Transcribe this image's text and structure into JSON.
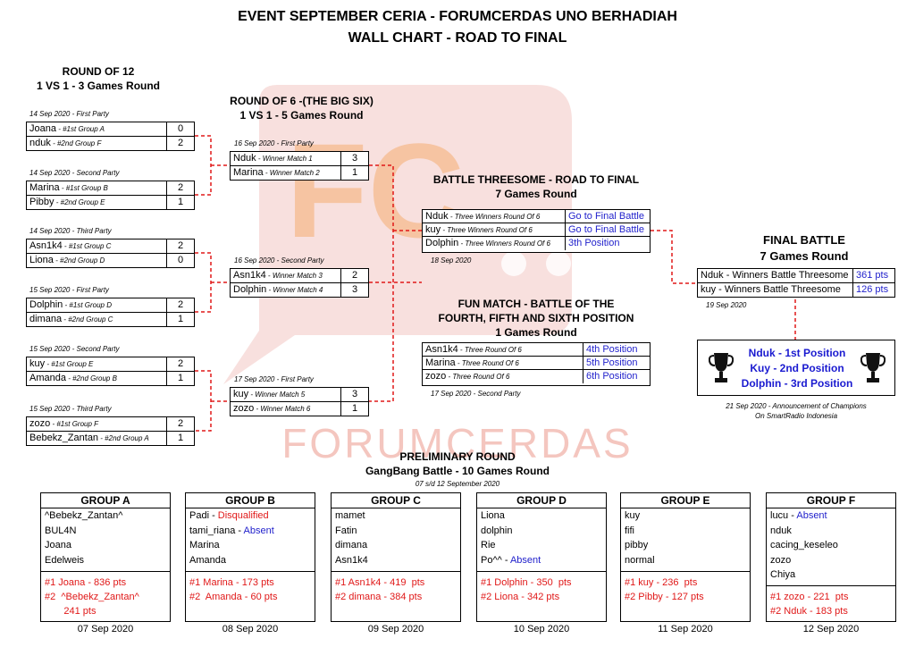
{
  "title1": "EVENT SEPTEMBER CERIA - FORUMCERDAS UNO BERHADIAH",
  "title2": "WALL CHART - ROAD TO FINAL",
  "watermark": {
    "logo": "FC",
    "text": "FORUMCERDAS"
  },
  "r12": {
    "heading1": "ROUND OF 12",
    "heading2": "1 VS 1 - 3 Games Round",
    "matches": [
      {
        "date": "14 Sep 2020 - First Party",
        "p": [
          {
            "n": "Joana",
            "t": " - #1st Group A",
            "s": "0"
          },
          {
            "n": "nduk",
            "t": " - #2nd Group F",
            "s": "2"
          }
        ]
      },
      {
        "date": "14 Sep 2020 -  Second Party",
        "p": [
          {
            "n": "Marina",
            "t": " - #1st Group B",
            "s": "2"
          },
          {
            "n": "Pibby",
            "t": " - #2nd Group E",
            "s": "1"
          }
        ]
      },
      {
        "date": "14 Sep 2020 - Third Party",
        "p": [
          {
            "n": "Asn1k4",
            "t": " - #1st Group C",
            "s": "2"
          },
          {
            "n": "Liona",
            "t": "  - #2nd Group D",
            "s": "0"
          }
        ]
      },
      {
        "date": "15 Sep 2020 - First Party",
        "p": [
          {
            "n": "Dolphin",
            "t": " - #1st Group D",
            "s": "2"
          },
          {
            "n": "dimana",
            "t": " - #2nd Group C",
            "s": "1"
          }
        ]
      },
      {
        "date": "15 Sep 2020 - Second Party",
        "p": [
          {
            "n": "kuy",
            "t": " - #1st Group E",
            "s": "2"
          },
          {
            "n": "Amanda",
            "t": " - #2nd Group B",
            "s": "1"
          }
        ]
      },
      {
        "date": "15 Sep 2020 - Third Party",
        "p": [
          {
            "n": "zozo",
            "t": " - #1st Group F",
            "s": "2"
          },
          {
            "n": "Bebekz_Zantan",
            "t": " - #2nd Group A",
            "s": "1"
          }
        ]
      }
    ]
  },
  "r6": {
    "heading1": "ROUND OF 6 -(THE BIG SIX)",
    "heading2": "1 VS 1 - 5 Games Round",
    "matches": [
      {
        "date": "16 Sep 2020 - First Party",
        "p": [
          {
            "n": "Nduk",
            "t": " - Winner Match 1",
            "s": "3"
          },
          {
            "n": "Marina",
            "t": " - Winner Match 2",
            "s": "1"
          }
        ]
      },
      {
        "date": "16 Sep 2020 - Second Party",
        "p": [
          {
            "n": "Asn1k4",
            "t": " - Winner Match 3",
            "s": "2"
          },
          {
            "n": "Dolphin",
            "t": " - Winner Match 4",
            "s": "3"
          }
        ]
      },
      {
        "date": "17 Sep 2020 - First Party",
        "p": [
          {
            "n": "kuy",
            "t": " - Winner Match 5",
            "s": "3"
          },
          {
            "n": "zozo",
            "t": " - Winner Match 6",
            "s": "1"
          }
        ]
      }
    ]
  },
  "threesome": {
    "heading1": "BATTLE THREESOME - ROAD TO FINAL",
    "heading2": "7 Games Round",
    "date": "18 Sep 2020",
    "rows": [
      {
        "n": "Nduk",
        "t": " - Three Winners Round Of 6",
        "r": "Go to Final Battle"
      },
      {
        "n": "kuy",
        "t": " - Three Winners Round Of 6",
        "r": "Go to Final Battle"
      },
      {
        "n": "Dolphin",
        "t": " - Three Winners Round Of 6",
        "r": "3th Position"
      }
    ]
  },
  "fun": {
    "heading1": "FUN MATCH - BATTLE OF THE",
    "heading2": "FOURTH, FIFTH AND SIXTH POSITION",
    "heading3": "1 Games Round",
    "date": "17 Sep 2020 - Second Party",
    "rows": [
      {
        "n": "Asn1k4",
        "t": " - Three Round Of 6",
        "r": "4th Position"
      },
      {
        "n": "Marina",
        "t": " - Three Round Of 6",
        "r": "5th Position"
      },
      {
        "n": "zozo",
        "t": " - Three Round Of 6",
        "r": "6th Position"
      }
    ]
  },
  "final": {
    "heading1": "FINAL BATTLE",
    "heading2": "7 Games Round",
    "date": "19 Sep 2020",
    "rows": [
      {
        "n": "Nduk - Winners Battle Threesome",
        "r": "361 pts"
      },
      {
        "n": "kuy - Winners Battle Threesome",
        "r": "126 pts"
      }
    ]
  },
  "champions": {
    "lines": [
      "Nduk - 1st Position",
      "Kuy - 2nd Position",
      "Dolphin - 3rd Position"
    ],
    "note1": "21 Sep 2020 -  Announcement of Champions",
    "note2": "On SmartRadio Indonesia",
    "icon": "trophy-icon"
  },
  "prelim": {
    "heading1": "PRELIMINARY ROUND",
    "heading2": "GangBang Battle - 10 Games Round",
    "date": "07 s/d 12 September 2020"
  },
  "groups": [
    {
      "name": "GROUP A",
      "members": [
        {
          "n": "^Bebekz_Zantan^"
        },
        {
          "n": "BUL4N"
        },
        {
          "n": "Joana"
        },
        {
          "n": "Edelweis"
        }
      ],
      "results": [
        "#1 Joana - 836 pts",
        "#2  ^Bebekz_Zantan^",
        "       241 pts"
      ],
      "date": "07 Sep 2020"
    },
    {
      "name": "GROUP B",
      "members": [
        {
          "n": "Padi - ",
          "s": "Disqualified",
          "c": "red"
        },
        {
          "n": "tami_riana  - ",
          "s": "Absent",
          "c": "blue"
        },
        {
          "n": "Marina"
        },
        {
          "n": "Amanda"
        }
      ],
      "results": [
        "#1 Marina - 173 pts",
        "#2  Amanda - 60 pts"
      ],
      "date": "08 Sep 2020"
    },
    {
      "name": "GROUP C",
      "members": [
        {
          "n": "mamet"
        },
        {
          "n": "Fatin"
        },
        {
          "n": "dimana"
        },
        {
          "n": "Asn1k4"
        }
      ],
      "results": [
        "#1 Asn1k4 - 419  pts",
        "#2 dimana - 384 pts"
      ],
      "date": "09 Sep 2020"
    },
    {
      "name": "GROUP D",
      "members": [
        {
          "n": "Liona"
        },
        {
          "n": "dolphin"
        },
        {
          "n": "Rie"
        },
        {
          "n": "Po^^ - ",
          "s": "Absent",
          "c": "blue"
        }
      ],
      "results": [
        "#1 Dolphin - 350  pts",
        "#2 Liona - 342 pts"
      ],
      "date": "10 Sep 2020"
    },
    {
      "name": "GROUP E",
      "members": [
        {
          "n": "kuy"
        },
        {
          "n": "fifi"
        },
        {
          "n": "pibby"
        },
        {
          "n": "normal"
        }
      ],
      "results": [
        "#1 kuy - 236  pts",
        "#2 Pibby - 127 pts"
      ],
      "date": "11 Sep 2020"
    },
    {
      "name": "GROUP F",
      "members": [
        {
          "n": "lucu - ",
          "s": "Absent",
          "c": "blue"
        },
        {
          "n": "nduk"
        },
        {
          "n": "cacing_keseleo"
        },
        {
          "n": "zozo"
        },
        {
          "n": "Chiya"
        }
      ],
      "results": [
        "#1 zozo - 221  pts",
        "#2 Nduk - 183 pts"
      ],
      "date": "12 Sep 2020"
    }
  ]
}
